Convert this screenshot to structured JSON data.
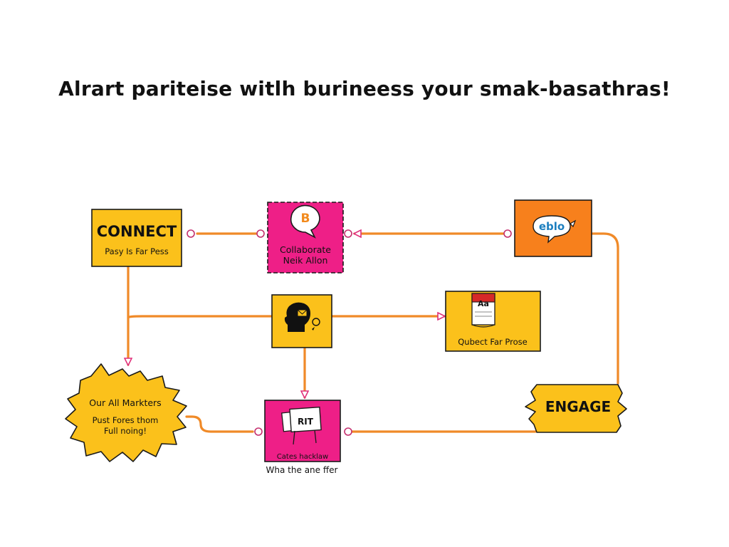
{
  "title": "Alrart pariteise witlh burineess your smak-basathras!",
  "colors": {
    "yellow": "#FBC11B",
    "pink": "#EE1F87",
    "orange": "#F7801C",
    "connector": "#F08A28",
    "outline": "#1A1A1A"
  },
  "nodes": {
    "connect": {
      "heading": "CONNECT",
      "sub": "Pasy Is Far Pess"
    },
    "collaborate": {
      "icon": "b-speech-bubble-icon",
      "icon_letter": "B",
      "line1": "Collaborate",
      "line2": "Neik Allon"
    },
    "eblo": {
      "icon": "colorful-speech-bubble-icon",
      "icon_text": "eblo"
    },
    "head": {
      "icon": "head-with-message-icon"
    },
    "press": {
      "icon": "newspaper-stack-icon",
      "icon_text": "Aa",
      "label": "Qubect Far Prose"
    },
    "markets": {
      "line1": "Our All Markters",
      "line2": "Pust Fores thom",
      "line3": "Full noing!"
    },
    "whathe": {
      "icon": "signboard-icon",
      "icon_text": "RIT",
      "inner_label": "Cates hacklaw",
      "caption": "Wha the ane ffer"
    },
    "engage": {
      "heading": "ENGAGE"
    }
  }
}
